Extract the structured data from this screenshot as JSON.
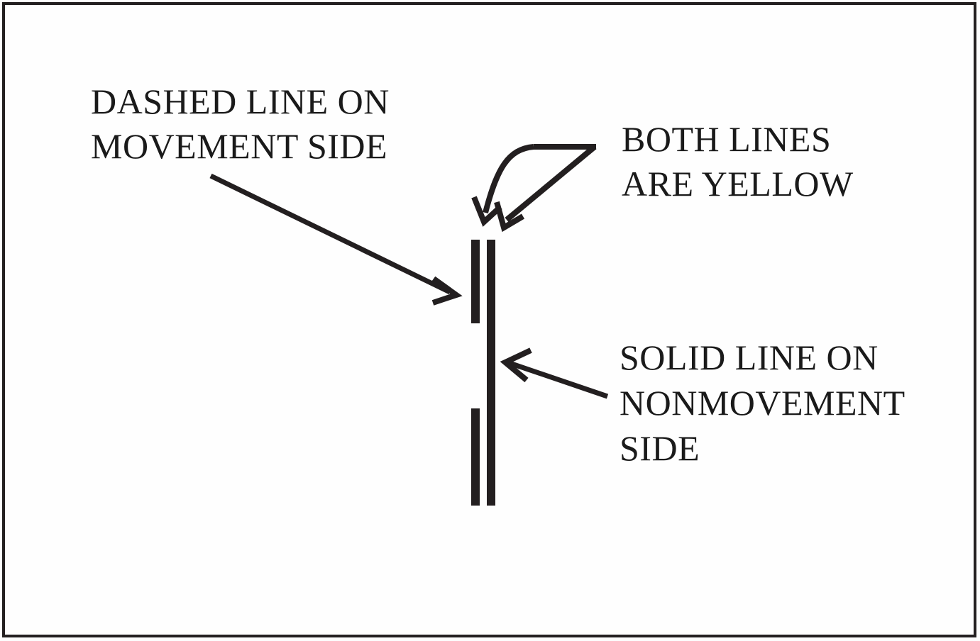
{
  "figure": {
    "kind": "pavement-marking-diagram",
    "background_color": "#fdfdfd",
    "border_color": "#231f20",
    "ink_color": "#1a1a1a",
    "labels": {
      "dashed_line": "DASHED LINE ON\nMOVEMENT SIDE",
      "both_yellow": "BOTH LINES\nARE YELLOW",
      "solid_line": "SOLID LINE ON\nNONMOVEMENT\nSIDE"
    },
    "markings": {
      "left_line_style": "dashed",
      "right_line_style": "solid",
      "line_color_described": "yellow",
      "drawn_color": "#231f20"
    },
    "annotations": {
      "dashed_arrow": "points down-right to the dashed line",
      "yellow_arrows": "two arrows point down-left to both lines",
      "solid_arrow": "points up-left to the solid line"
    }
  }
}
